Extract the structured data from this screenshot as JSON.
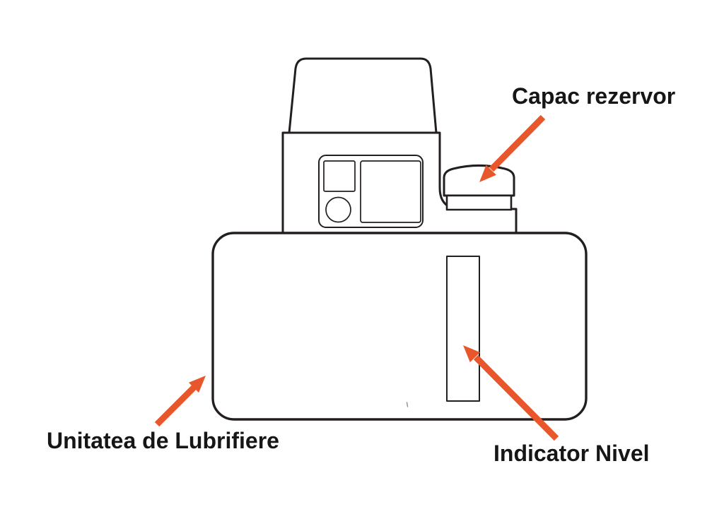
{
  "diagram": {
    "title_hint": "Lubrication unit schematic",
    "labels": {
      "cap": "Capac rezervor",
      "unit": "Unitatea de Lubrifiere",
      "level": "Indicator Nivel"
    },
    "colors": {
      "background": "#ffffff",
      "line": "#231f20",
      "arrow": "#e8572c",
      "label_text": "#161616"
    }
  }
}
